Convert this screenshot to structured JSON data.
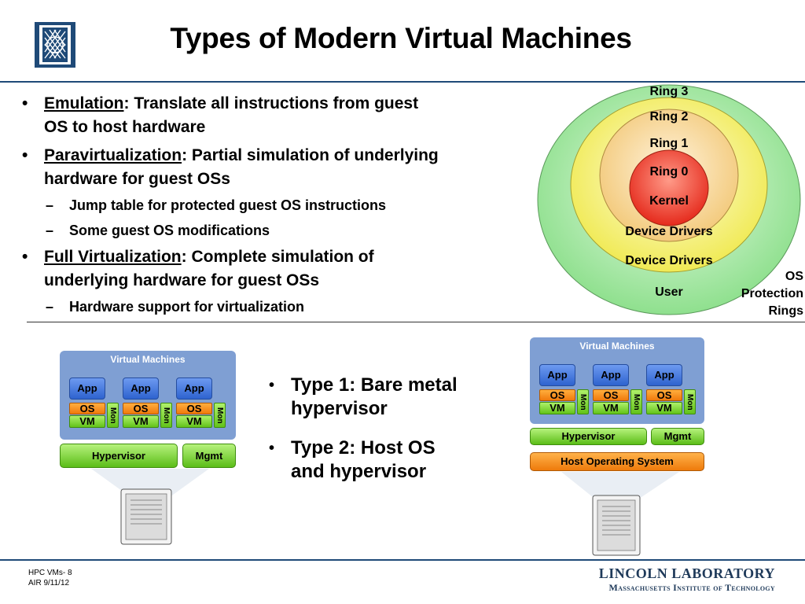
{
  "slide": {
    "title": "Types of Modern Virtual Machines"
  },
  "bullets": {
    "emulation_term": "Emulation",
    "emulation_line1": ": Translate all instructions from guest",
    "emulation_line2": "OS to host hardware",
    "paravirt_term": "Paravirtualization",
    "paravirt_line1": ": Partial simulation of underlying",
    "paravirt_line2": "hardware for guest OSs",
    "paravirt_sub1": "Jump table for protected guest OS instructions",
    "paravirt_sub2": "Some guest OS modifications",
    "fullvirt_term": "Full Virtualization",
    "fullvirt_line1": ": Complete simulation of",
    "fullvirt_line2": "underlying hardware for guest OSs",
    "fullvirt_sub1": "Hardware support for virtualization",
    "bullet_char": "•",
    "dash_char": "–"
  },
  "rings": {
    "ring3": "Ring 3",
    "ring2": "Ring 2",
    "ring1": "Ring 1",
    "ring0": "Ring 0",
    "kernel": "Kernel",
    "device_drivers_inner": "Device Drivers",
    "device_drivers_outer": "Device Drivers",
    "user": "User",
    "caption_line1": "OS",
    "caption_line2": "Protection",
    "caption_line3": "Rings",
    "colors": {
      "ring3": "#9ee6a2",
      "ring2": "#f2f28a",
      "ring1": "#f8dc9c",
      "ring0": "#f0463a"
    }
  },
  "type1_diagram": {
    "panel_title": "Virtual Machines",
    "app": "App",
    "os": "OS",
    "vm": "VM",
    "mon": "Mon",
    "hypervisor": "Hypervisor",
    "mgmt": "Mgmt"
  },
  "type2_diagram": {
    "panel_title": "Virtual Machines",
    "app": "App",
    "os": "OS",
    "vm": "VM",
    "mon": "Mon",
    "hypervisor": "Hypervisor",
    "mgmt": "Mgmt",
    "host_os": "Host Operating System"
  },
  "types": {
    "type1_line1": "Type 1: Bare metal",
    "type1_line2": "hypervisor",
    "type2_line1": "Type 2: Host OS",
    "type2_line2": "and hypervisor"
  },
  "footer": {
    "slide_ref": "HPC VMs- 8",
    "date_ref": "AIR 9/11/12",
    "lab_name": "LINCOLN LABORATORY",
    "institute": "Massachusetts Institute of Technology"
  }
}
